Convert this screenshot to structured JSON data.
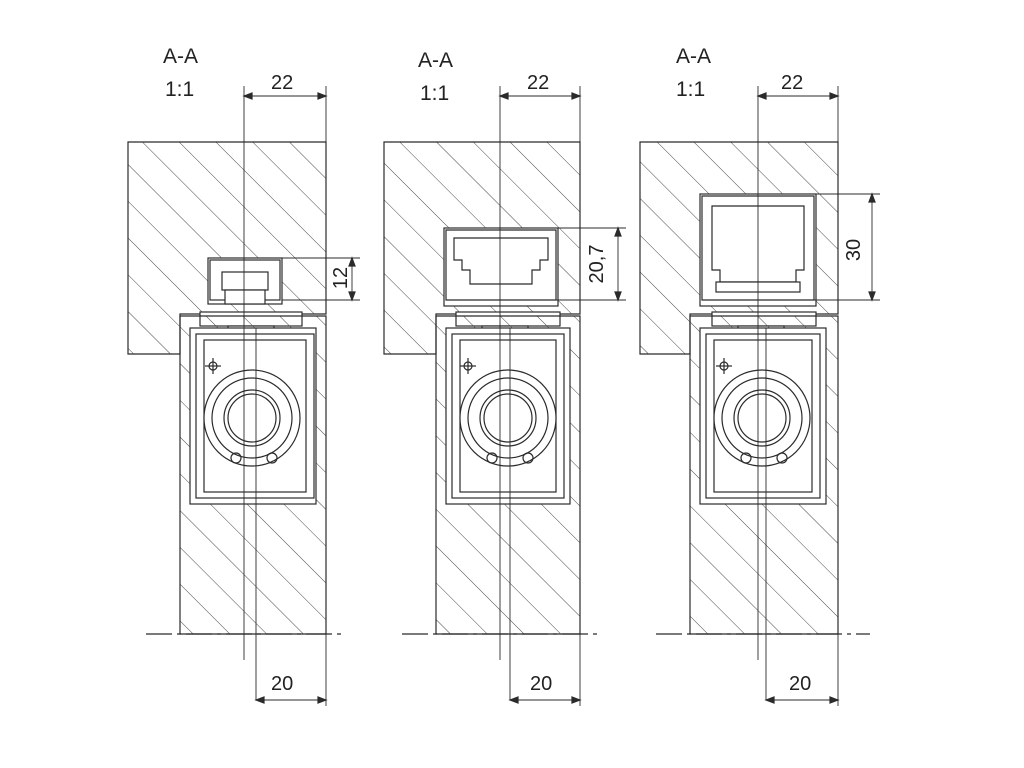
{
  "diagrams": [
    {
      "section_label": "A-A",
      "scale_label": "1:1",
      "top_dim": "22",
      "side_dim": "12",
      "bottom_dim": "20"
    },
    {
      "section_label": "A-A",
      "scale_label": "1:1",
      "top_dim": "22",
      "side_dim": "20,7",
      "bottom_dim": "20"
    },
    {
      "section_label": "A-A",
      "scale_label": "1:1",
      "top_dim": "22",
      "side_dim": "30",
      "bottom_dim": "20"
    }
  ],
  "colors": {
    "line": "#2b2b2b",
    "hatch": "#4a4a4a",
    "background": "#ffffff"
  }
}
